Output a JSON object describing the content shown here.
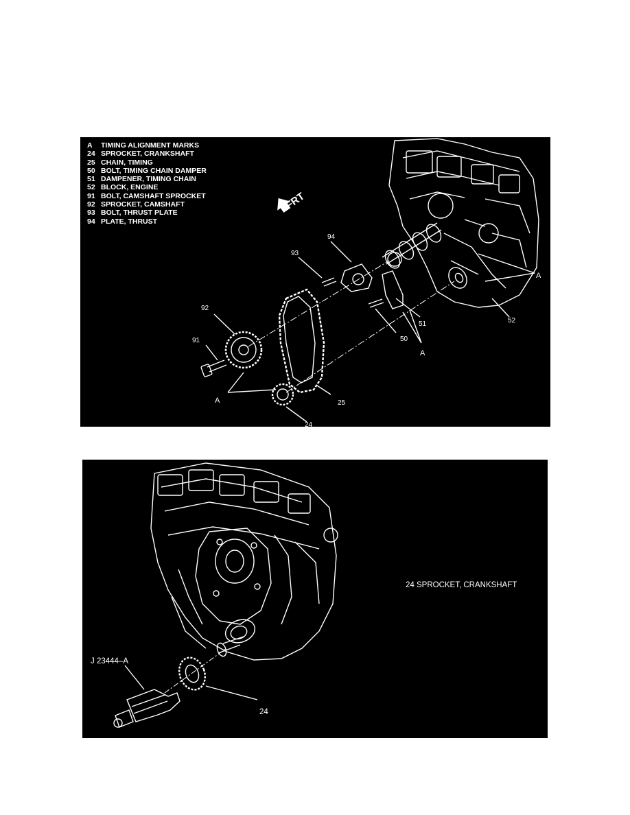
{
  "figure1": {
    "legend": [
      {
        "code": "A",
        "text": "TIMING ALIGNMENT MARKS"
      },
      {
        "code": "24",
        "text": "SPROCKET, CRANKSHAFT"
      },
      {
        "code": "25",
        "text": "CHAIN, TIMING"
      },
      {
        "code": "50",
        "text": "BOLT, TIMING CHAIN DAMPER"
      },
      {
        "code": "51",
        "text": "DAMPENER, TIMING CHAIN"
      },
      {
        "code": "52",
        "text": "BLOCK, ENGINE"
      },
      {
        "code": "91",
        "text": "BOLT, CAMSHAFT SPROCKET"
      },
      {
        "code": "92",
        "text": "SPROCKET, CAMSHAFT"
      },
      {
        "code": "93",
        "text": "BOLT, THRUST PLATE"
      },
      {
        "code": "94",
        "text": "PLATE, THRUST"
      }
    ],
    "direction_label": "FRT",
    "callouts": {
      "c94": "94",
      "c93": "93",
      "c92": "92",
      "c91": "91",
      "cA1": "A",
      "cA2": "A",
      "cA3": "A",
      "c24": "24",
      "c25": "25",
      "c50": "50",
      "c51": "51",
      "c52": "52"
    }
  },
  "figure2": {
    "legend_text": "24   SPROCKET, CRANKSHAFT",
    "tool_label": "J 23444–A",
    "callout_24": "24"
  }
}
